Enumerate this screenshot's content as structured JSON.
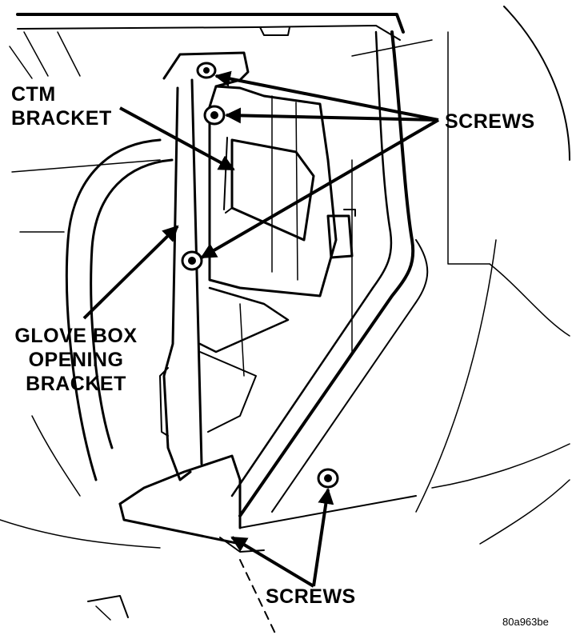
{
  "labels": {
    "ctm_bracket": [
      "CTM",
      "BRACKET"
    ],
    "screws_top": "SCREWS",
    "glove_box_opening_bracket": [
      "GLOVE BOX",
      "OPENING",
      "BRACKET"
    ],
    "screws_bottom": "SCREWS",
    "figure_code": "80a963be"
  },
  "colors": {
    "ink": "#000000",
    "paper": "#ffffff"
  }
}
